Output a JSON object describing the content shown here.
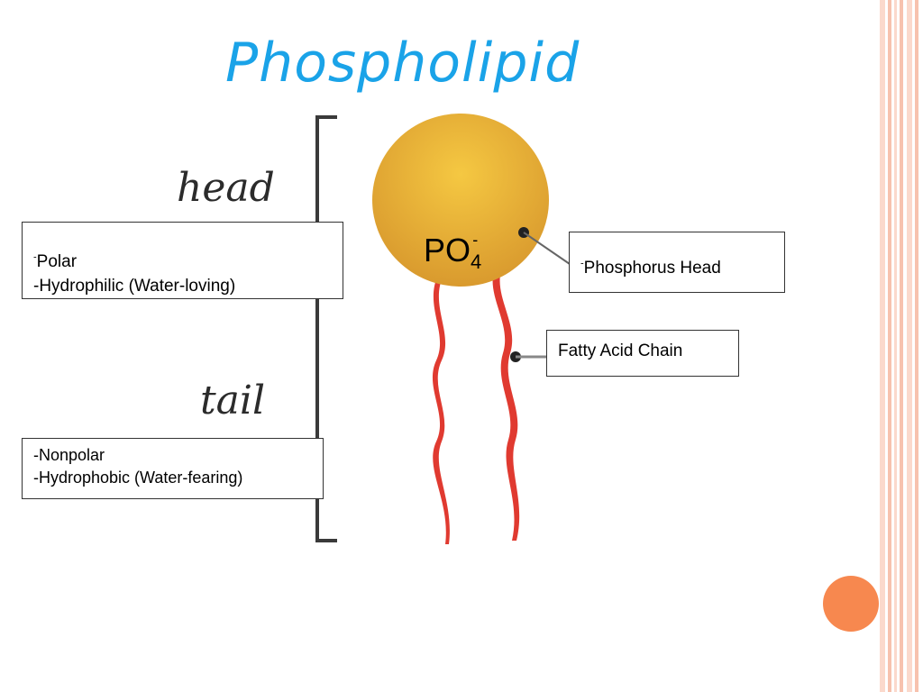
{
  "title": "Phospholipid",
  "labels": {
    "head": "head",
    "tail": "tail"
  },
  "head_box": {
    "line1_prefix": "-",
    "line1": "Polar",
    "line2": "-Hydrophilic (Water-loving)"
  },
  "tail_box": {
    "line1": "-Nonpolar",
    "line2": "-Hydrophobic (Water-fearing)"
  },
  "phosphorus_box": {
    "prefix": "-",
    "text": "Phosphorus Head"
  },
  "fatty_box": {
    "text": "Fatty Acid Chain"
  },
  "molecule": {
    "formula": "PO",
    "subscript": "4",
    "superscript": "-"
  },
  "colors": {
    "title": "#1aa3e8",
    "head": "#e0a030",
    "tail": "#e03a30",
    "border": "#f7c2ae",
    "accent_dot": "#f7884f"
  }
}
